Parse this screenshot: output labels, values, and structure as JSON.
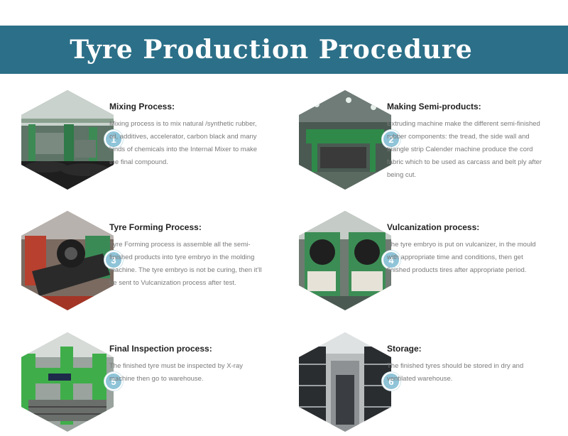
{
  "page": {
    "title": "Tyre Production Procedure"
  },
  "colors": {
    "banner": "#2c6f88",
    "badge": "#8fc4d8"
  },
  "steps": [
    {
      "number": "1",
      "title": "Mixing Process:",
      "description": "Mixing process is to mix natural /synthetic rubber, oil, additives, accelerator, carbon black and many kinds of chemicals into the Internal Mixer to make the final compound.",
      "image": "rubber-mixing-factory-photo"
    },
    {
      "number": "2",
      "title": "Making Semi-products:",
      "description": "Extruding machine make the different semi-finished rubber components: the tread, the side wall and triangle strip Calender machine produce the cord fabric which to be used as carcass and belt ply after being cut.",
      "image": "extruding-machine-photo"
    },
    {
      "number": "3",
      "title": "Tyre Forming Process:",
      "description": "Tyre Forming process is assemble all the semi-finished products into tyre embryo in the molding machine. The tyre embryo is not be curing, then it'll be sent to Vulcanization process after test.",
      "image": "tyre-forming-machine-photo"
    },
    {
      "number": "4",
      "title": "Vulcanization process:",
      "description": "The tyre embryo is put on vulcanizer, in the mould with appropriate time and conditions, then get finished products tires after appropriate period.",
      "image": "vulcanizer-photo"
    },
    {
      "number": "5",
      "title": "Final Inspection process:",
      "description": "The finished tyre must be inspected by X-ray machine then go to warehouse.",
      "image": "xray-inspection-machine-photo"
    },
    {
      "number": "6",
      "title": "Storage:",
      "description": "The finished tyres should be stored in dry and ventilated warehouse.",
      "image": "tyre-warehouse-photo"
    }
  ]
}
